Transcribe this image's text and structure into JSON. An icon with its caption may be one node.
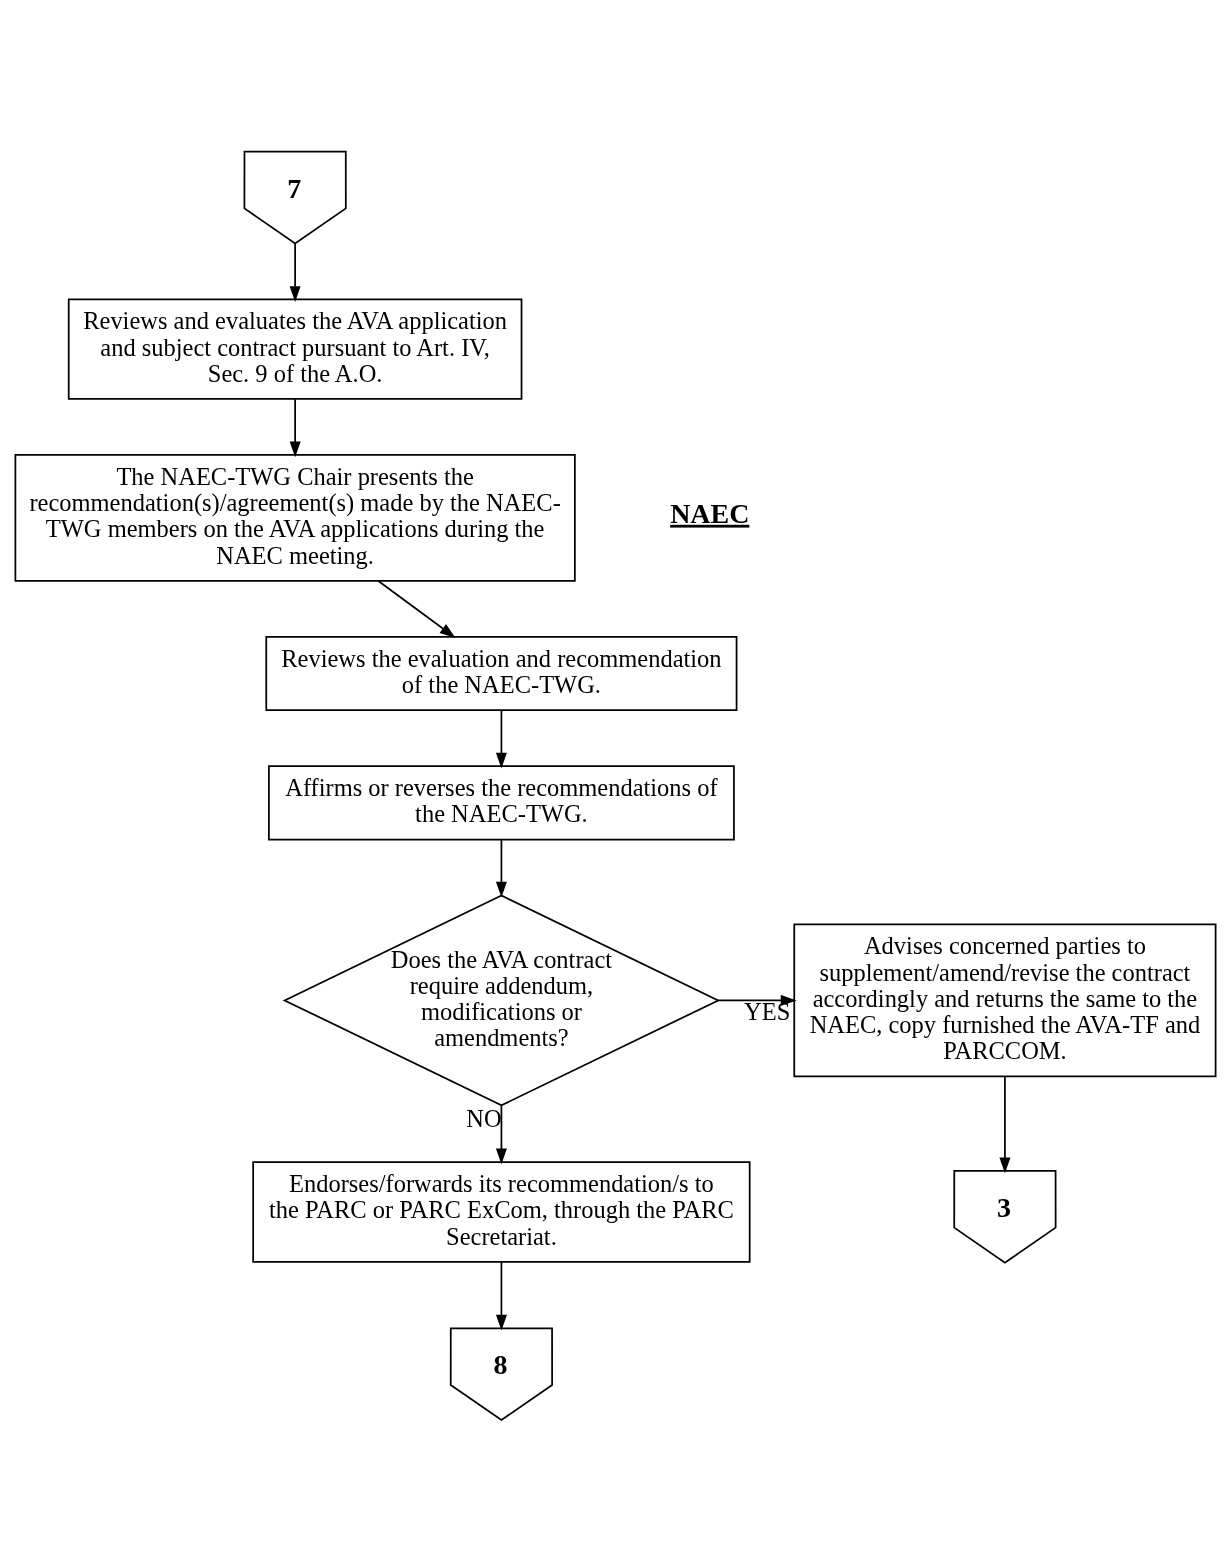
{
  "diagram": {
    "nodes": [
      {
        "text": [
          "7"
        ]
      },
      {
        "text": [
          "Reviews and evaluates the AVA application and subject contract pursuant to Art. IV, Sec. 9 of the A.O."
        ]
      },
      {
        "text": [
          "The NAEC-TWG Chair presents the recommendation(s)/agreement(s) made by the NAEC-TWG members on the AVA applications during the NAEC meeting."
        ]
      },
      {
        "text": [
          "Reviews the evaluation and recommendation of the NAEC-TWG."
        ]
      },
      {
        "text": [
          "Affirms or reverses the recommendations of the NAEC-TWG."
        ]
      },
      {
        "text": [
          "Does the AVA contract require addendum, modifications or amendments?"
        ]
      },
      {
        "text": [
          "Advises concerned parties to supplement/amend/revise the contract accordingly and returns the same to the NAEC, copy furnished the AVA-TF and PARCCOM."
        ]
      },
      {
        "text": [
          "3"
        ]
      },
      {
        "text": [
          "Endorses/forwards its recommendation/s to the PARC or PARC ExCom, through the PARC Secretariat."
        ]
      },
      {
        "text": [
          "8"
        ]
      }
    ],
    "edges": [
      {
        "from": 0,
        "to": 1,
        "arrow": "to"
      },
      {
        "from": 1,
        "to": 2,
        "arrow": "to"
      },
      {
        "from": 2,
        "to": 3,
        "arrow": "to"
      },
      {
        "from": 3,
        "to": 4,
        "arrow": "to"
      },
      {
        "from": 4,
        "to": 5,
        "arrow": "to"
      },
      {
        "from": 5,
        "to": 6,
        "label": "YES",
        "arrow": "to"
      },
      {
        "from": 5,
        "to": 8,
        "label": "NO",
        "arrow": "to"
      },
      {
        "from": 6,
        "to": 7,
        "arrow": "to"
      },
      {
        "from": 8,
        "to": 9,
        "arrow": "to"
      }
    ],
    "labels": [
      "NAEC"
    ]
  }
}
